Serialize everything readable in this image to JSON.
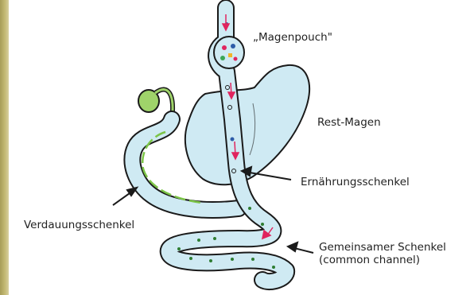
{
  "labels": {
    "pouch": "„Magenpouch\"",
    "remnant": "Rest-Magen",
    "alimentary_limb": "Ernährungsschenkel",
    "biliopancreatic_limb": "Verdauungsschenkel",
    "common_channel_line1": "Gemeinsamer Schenkel",
    "common_channel_line2": "(common channel)"
  },
  "colors": {
    "organ_fill": "#cfeaf3",
    "outline": "#1a1a1a",
    "gallbladder": "#9fd36a",
    "bile_stripe": "#7bc447",
    "flow_arrow": "#e0245e",
    "frame": "#b8ae66"
  }
}
